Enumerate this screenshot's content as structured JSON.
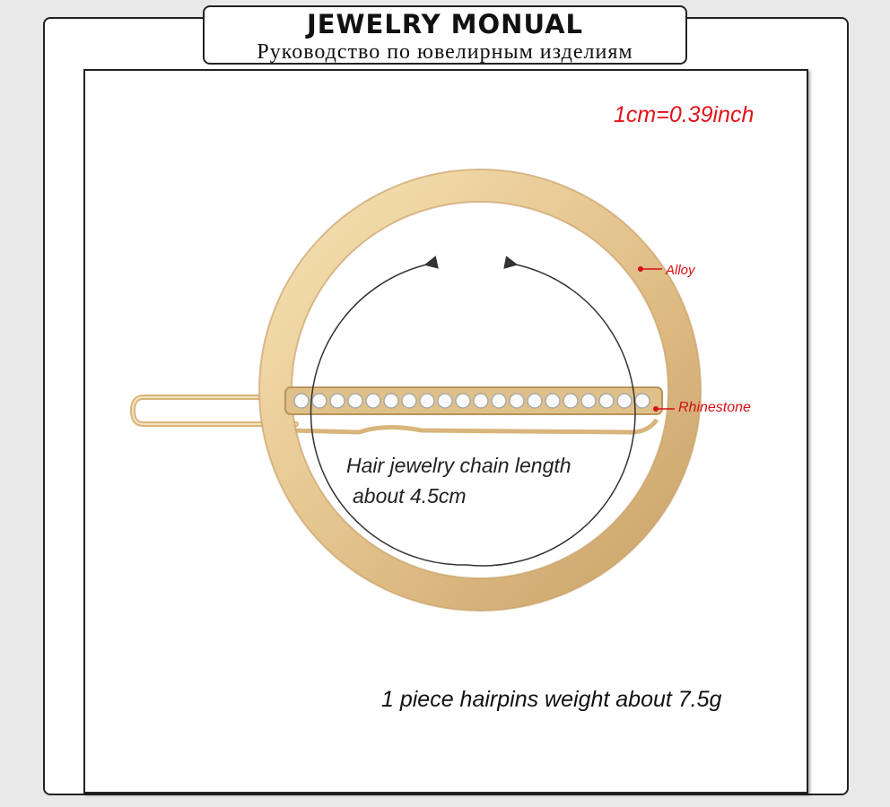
{
  "header": {
    "title_en": "JEWELRY MONUAL",
    "title_ru": "Руководство по ювелирным изделиям"
  },
  "scale_note": "1cm=0.39inch",
  "labels": {
    "alloy": "Alloy",
    "rhinestone": "Rhinestone"
  },
  "measurement": {
    "line1": "Hair jewelry chain length",
    "line2": "about 4.5cm"
  },
  "weight_note": "1 piece hairpins weight about 7.5g",
  "colors": {
    "gold": "#e8c98f",
    "gold_dark": "#c9a36a",
    "annotation_red": "#d41016",
    "scale_red": "#e0141b"
  }
}
